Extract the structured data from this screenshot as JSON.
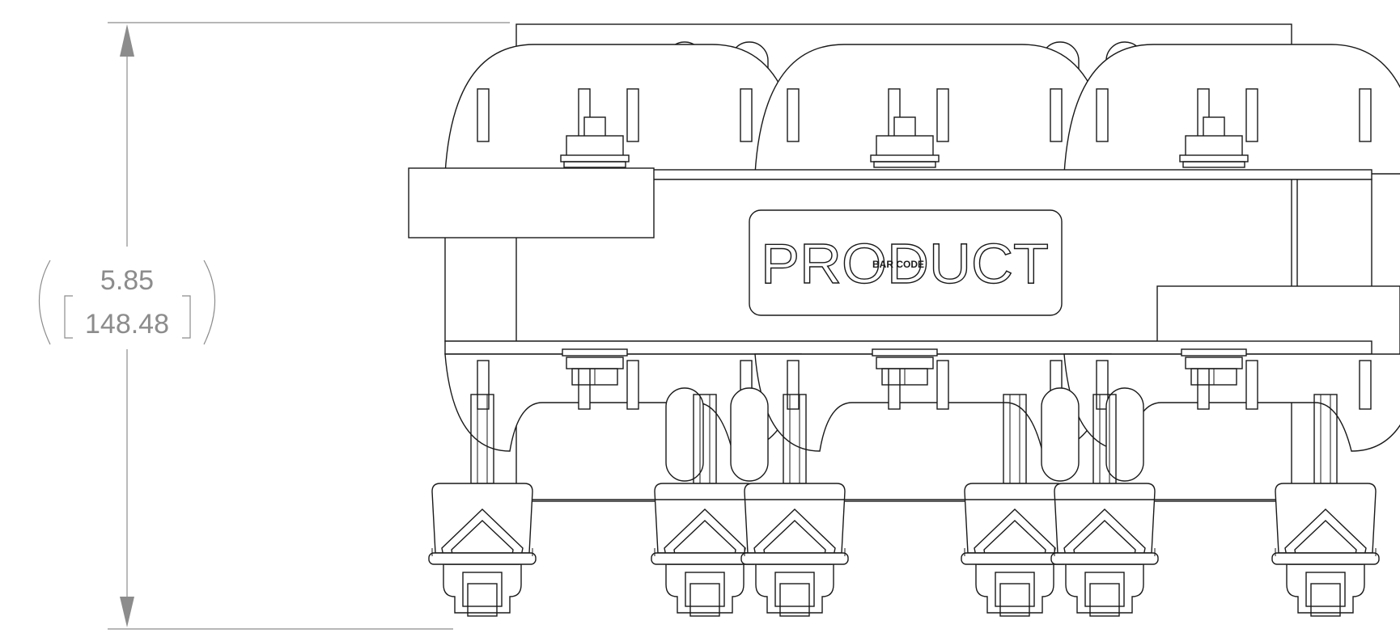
{
  "dimension": {
    "value_in": "5.85",
    "value_mm": "148.48"
  },
  "label": {
    "product": "PRODUCT",
    "barcode": "BAR CODE"
  },
  "colors": {
    "line": "#1a1a1a",
    "dimension": "#8c8c8c",
    "background": "#ffffff"
  }
}
